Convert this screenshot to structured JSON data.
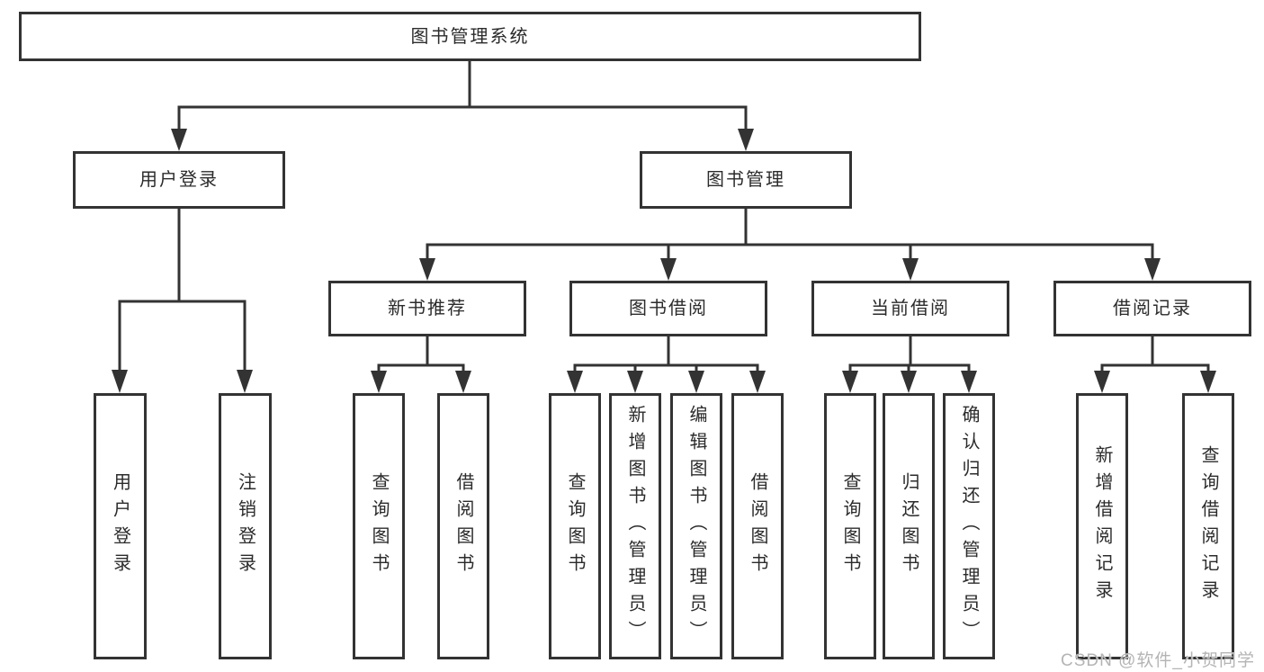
{
  "tree": {
    "root": {
      "label": "图书管理系统",
      "children": [
        {
          "label": "用户登录",
          "children": [
            {
              "label": "用户登录"
            },
            {
              "label": "注销登录"
            }
          ]
        },
        {
          "label": "图书管理",
          "children": [
            {
              "label": "新书推荐",
              "children": [
                {
                  "label": "查询图书"
                },
                {
                  "label": "借阅图书"
                }
              ]
            },
            {
              "label": "图书借阅",
              "children": [
                {
                  "label": "查询图书"
                },
                {
                  "label": "新增图书（管理员）"
                },
                {
                  "label": "编辑图书（管理员）"
                },
                {
                  "label": "借阅图书"
                }
              ]
            },
            {
              "label": "当前借阅",
              "children": [
                {
                  "label": "查询图书"
                },
                {
                  "label": "归还图书"
                },
                {
                  "label": "确认归还（管理员）"
                }
              ]
            },
            {
              "label": "借阅记录",
              "children": [
                {
                  "label": "新增借阅记录"
                },
                {
                  "label": "查询借阅记录"
                }
              ]
            }
          ]
        }
      ]
    }
  },
  "watermark": "CSDN @软件_小贺同学",
  "colors": {
    "line": "#333333",
    "box_border": "#333333",
    "text": "#2b2b2b",
    "watermark": "#b4b4b4",
    "background": "#ffffff"
  }
}
